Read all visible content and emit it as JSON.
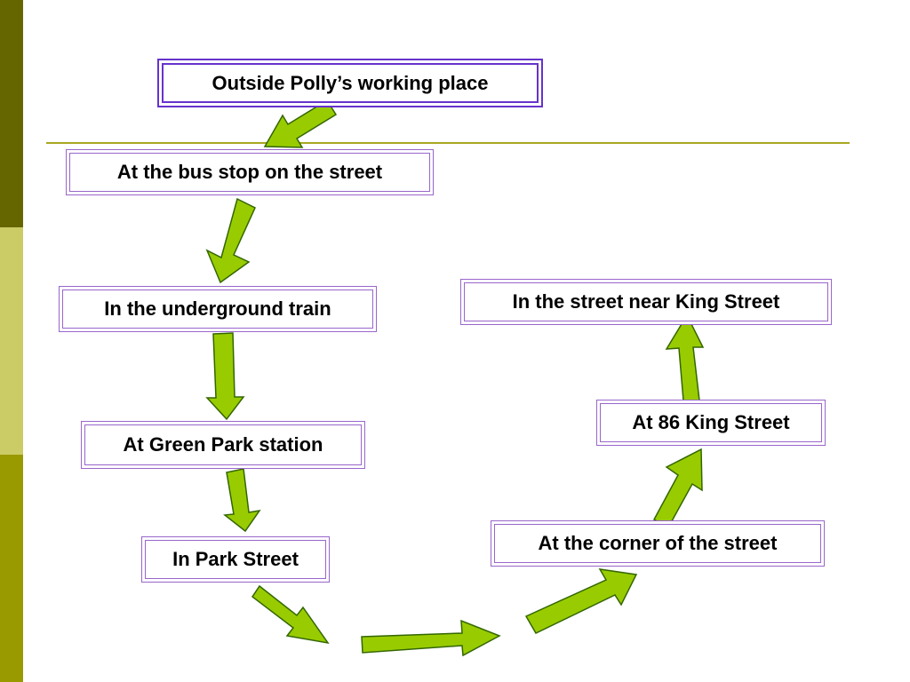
{
  "colors": {
    "bar_top": "#666600",
    "bar_middle": "#cccc66",
    "bar_bottom": "#999900",
    "divider": "#a8a822",
    "box_border": "#9966cc",
    "arrow_fill": "#99cc00",
    "arrow_stroke": "#336600"
  },
  "steps": {
    "outside_working_place": "Outside Polly’s working place",
    "bus_stop": "At the bus stop on the street",
    "underground_train": "In the underground train",
    "green_park_station": "At Green Park station",
    "park_street": "In Park Street",
    "corner_of_street": "At the corner of the street",
    "king_street_86": "At 86 King Street",
    "street_near_king_street": "In the street near King Street"
  }
}
